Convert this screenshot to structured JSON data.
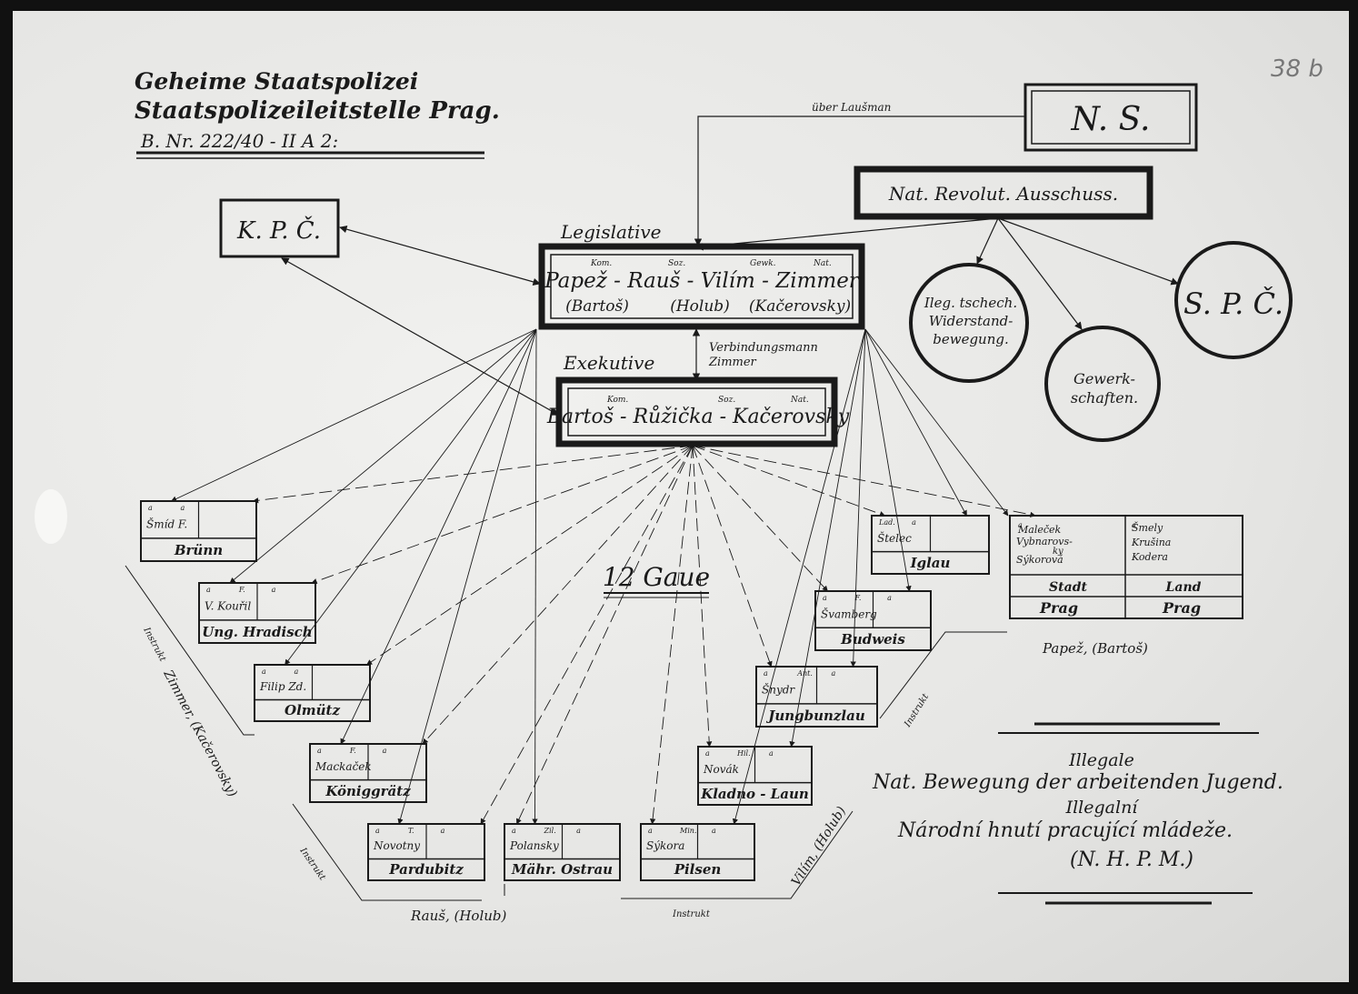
{
  "header": {
    "line1": "Geheime Staatspolizei",
    "line2": "Staatspolizeileitstelle Prag.",
    "line3": "B. Nr. 222/40 - II A 2:",
    "page_mark": "38 b"
  },
  "top_nodes": {
    "ns": "N. S.",
    "revolut": "Nat. Revolut. Ausschuss.",
    "kpc": "K. P. Č.",
    "spc": "S. P. Č.",
    "widerstand": [
      "Ileg. tschech.",
      "Widerstand-",
      "bewegung."
    ],
    "gewerkschaften": [
      "Gewerk-",
      "schaften."
    ],
    "uber": "über Laušman"
  },
  "legislative": {
    "label": "Legislative",
    "tags": [
      "Kom.",
      "Soz.",
      "Gewk.",
      "Nat."
    ],
    "names": "Papež - Rauš - Vilím - Zimmer",
    "sub1": "(Bartoš)",
    "sub2": "(Holub)",
    "sub3": "(Kačerovsky)"
  },
  "verbindung": [
    "Verbindungsmann",
    "Zimmer"
  ],
  "executive": {
    "label": "Exekutive",
    "tags": [
      "Kom.",
      "Soz.",
      "Nat."
    ],
    "names": "Bartoš - Růžička - Kačerovsky"
  },
  "center_label": "12 Gaue",
  "gaue": [
    {
      "name": "Brünn",
      "person": "Šmíd F.",
      "marks": [
        "a",
        "a"
      ]
    },
    {
      "name": "Ung. Hradisch",
      "person": "V. Kouřil",
      "marks": [
        "a",
        "F.",
        "a"
      ]
    },
    {
      "name": "Olmütz",
      "person": "Filip Zd.",
      "marks": [
        "a",
        "a"
      ]
    },
    {
      "name": "Königgrätz",
      "person": "Mackaček",
      "marks": [
        "a",
        "F.",
        "a"
      ]
    },
    {
      "name": "Pardubitz",
      "person": "Novotny",
      "marks": [
        "a",
        "T.",
        "a"
      ]
    },
    {
      "name": "Mähr. Ostrau",
      "person": "Polansky",
      "marks": [
        "a",
        "Zil.",
        "a"
      ]
    },
    {
      "name": "Pilsen",
      "person": "Sýkora",
      "marks": [
        "a",
        "Min.",
        "a"
      ]
    },
    {
      "name": "Kladno - Laun",
      "person": "Novák",
      "marks": [
        "a",
        "Hil.",
        "a"
      ]
    },
    {
      "name": "Jungbunzlau",
      "person": "Šnydr",
      "marks": [
        "a",
        "Ant.",
        "a"
      ]
    },
    {
      "name": "Budweis",
      "person": "Švamberg",
      "marks": [
        "a",
        "F.",
        "a"
      ]
    },
    {
      "name": "Iglau",
      "person": "Štelec",
      "marks": [
        "Lad.",
        "a"
      ]
    }
  ],
  "prag": {
    "left_persons": [
      "Maleček",
      "Vybnarovs-",
      "ky",
      "Sýkorová"
    ],
    "right_persons": [
      "Šmely",
      "Krušina",
      "Kodera"
    ],
    "left_label": "Stadt",
    "right_label": "Land",
    "city": "Prag",
    "marks": [
      "a",
      "a"
    ]
  },
  "group_labels": {
    "bottom_left": "Rauš, (Holub)",
    "bottom_right_side": "Vilím, (Holub)",
    "right": "Papež, (Bartoš)",
    "left_side": "Zimmer, (Kačerovsky)",
    "instrukt": "Instrukt"
  },
  "legend": {
    "line1": "Illegale",
    "line2": "Nat. Bewegung der arbeitenden Jugend.",
    "line3": "Illegalní",
    "line4": "Národní hnutí pracující mládeže.",
    "line5": "(N. H. P. M.)"
  },
  "colors": {
    "ink": "#1a1a1a",
    "paper": "#e9e9e7"
  }
}
